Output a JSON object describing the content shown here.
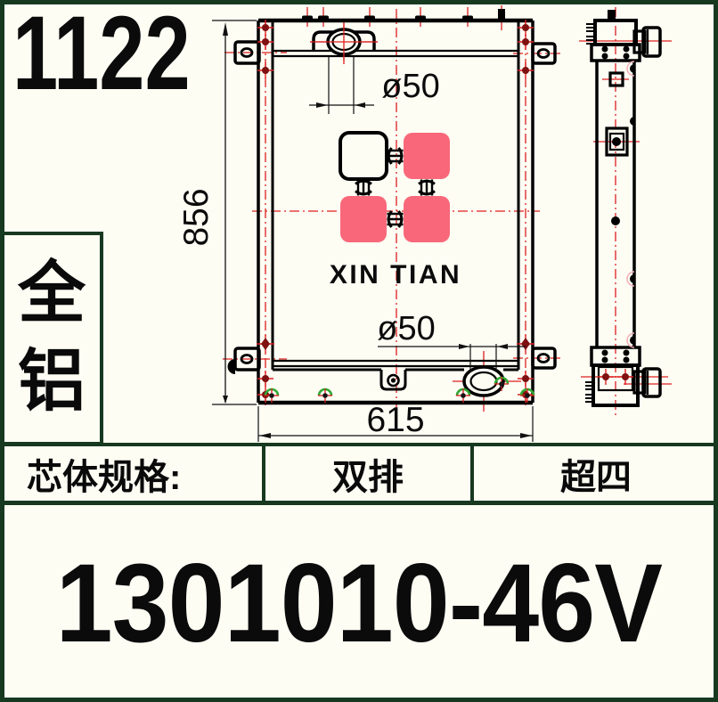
{
  "title_block": {
    "drawing_number": "1122"
  },
  "material_badge": {
    "chars": [
      "全",
      "铝"
    ]
  },
  "dimensions": {
    "height": "856",
    "width": "615",
    "top_port_dia": "ø50",
    "bottom_port_dia": "ø50"
  },
  "logo": {
    "brand_text": "XIN TIAN"
  },
  "spec_table": {
    "spec_label": "芯体规格:",
    "row_value": "双排",
    "core_value": "超四"
  },
  "part_number": "1301010-46V",
  "colors": {
    "frame_green": "#17391F",
    "centerline_red": "#DE1F1F",
    "bolt_dark_red": "#7F1111",
    "mark_green": "#2FA833",
    "logo_pink": "#F9687A",
    "brand_text_green": "#1B4727"
  }
}
